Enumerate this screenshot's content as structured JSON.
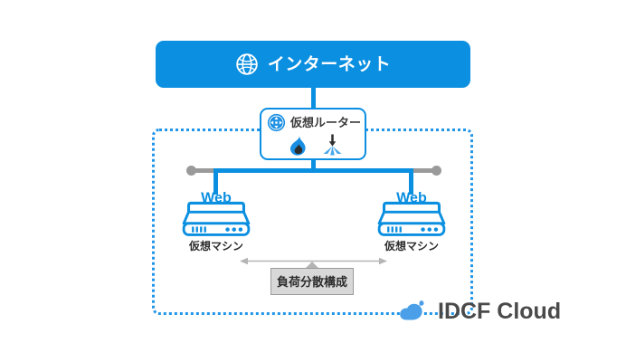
{
  "diagram": {
    "internet": {
      "label": "インターネット",
      "icon": "globe-icon",
      "color": "#0b8fe0"
    },
    "cloud_boundary": {
      "style": "dotted",
      "color": "#2196e8"
    },
    "router": {
      "label": "仮想ルーター",
      "icon": "router-icon",
      "border_color": "#0b8fe0",
      "services": [
        {
          "name": "firewall-icon",
          "color": "#1a8fe3"
        },
        {
          "name": "load-balancer-icon",
          "color": "#4aa8ea"
        }
      ]
    },
    "network_bus": {
      "color": "#9a9a9a",
      "link_color": "#0b8fe0"
    },
    "virtual_machines": [
      {
        "badge": "Web",
        "label": "仮想マシン",
        "color": "#0b8fe0"
      },
      {
        "badge": "Web",
        "label": "仮想マシン",
        "color": "#0b8fe0"
      }
    ],
    "annotation": {
      "label": "負荷分散構成",
      "box_fill": "#d8d8d8",
      "box_border": "#9a9a9a",
      "arrow_color": "#b4b4b4"
    },
    "brand": {
      "text": "IDCF Cloud",
      "mark": "cloud-logo-icon",
      "mark_color": "#4a9fe8",
      "text_color": "#4a4a4a"
    }
  }
}
